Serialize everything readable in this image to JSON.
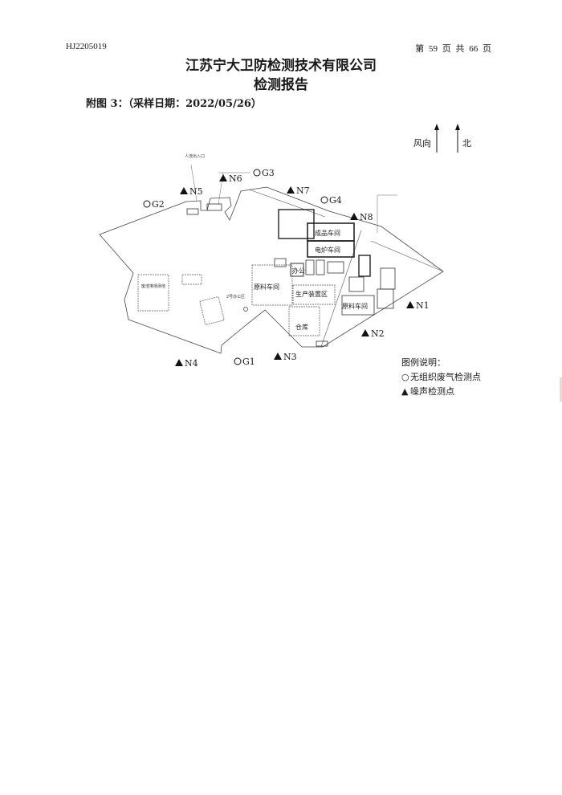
{
  "header": {
    "report_code": "HJ2205019",
    "page_info": "第 59 页 共 66 页"
  },
  "title": {
    "company": "江苏宁大卫防检测技术有限公司",
    "report": "检测报告"
  },
  "figure": {
    "caption": "附图 3：（采样日期：2022/05/26）",
    "wind_label": "风向",
    "north_label": "北",
    "gas_points": [
      "G1",
      "G2",
      "G3",
      "G4"
    ],
    "noise_points": [
      "N1",
      "N2",
      "N3",
      "N4",
      "N5",
      "N6",
      "N7",
      "N8"
    ],
    "areas": {
      "finished": "成品车间",
      "furnace": "电炉车间",
      "raw1": "原料车间",
      "raw2": "原料车间",
      "prod_area": "生产装置区",
      "office": "办公",
      "warehouse": "仓库",
      "yard": "废渣堆场场地",
      "entrance": "人流出入口",
      "office_area": "2号办公区"
    }
  },
  "legend": {
    "title": "图例说明：",
    "gas": "无组织废气检测点",
    "noise": "噪声检测点"
  }
}
